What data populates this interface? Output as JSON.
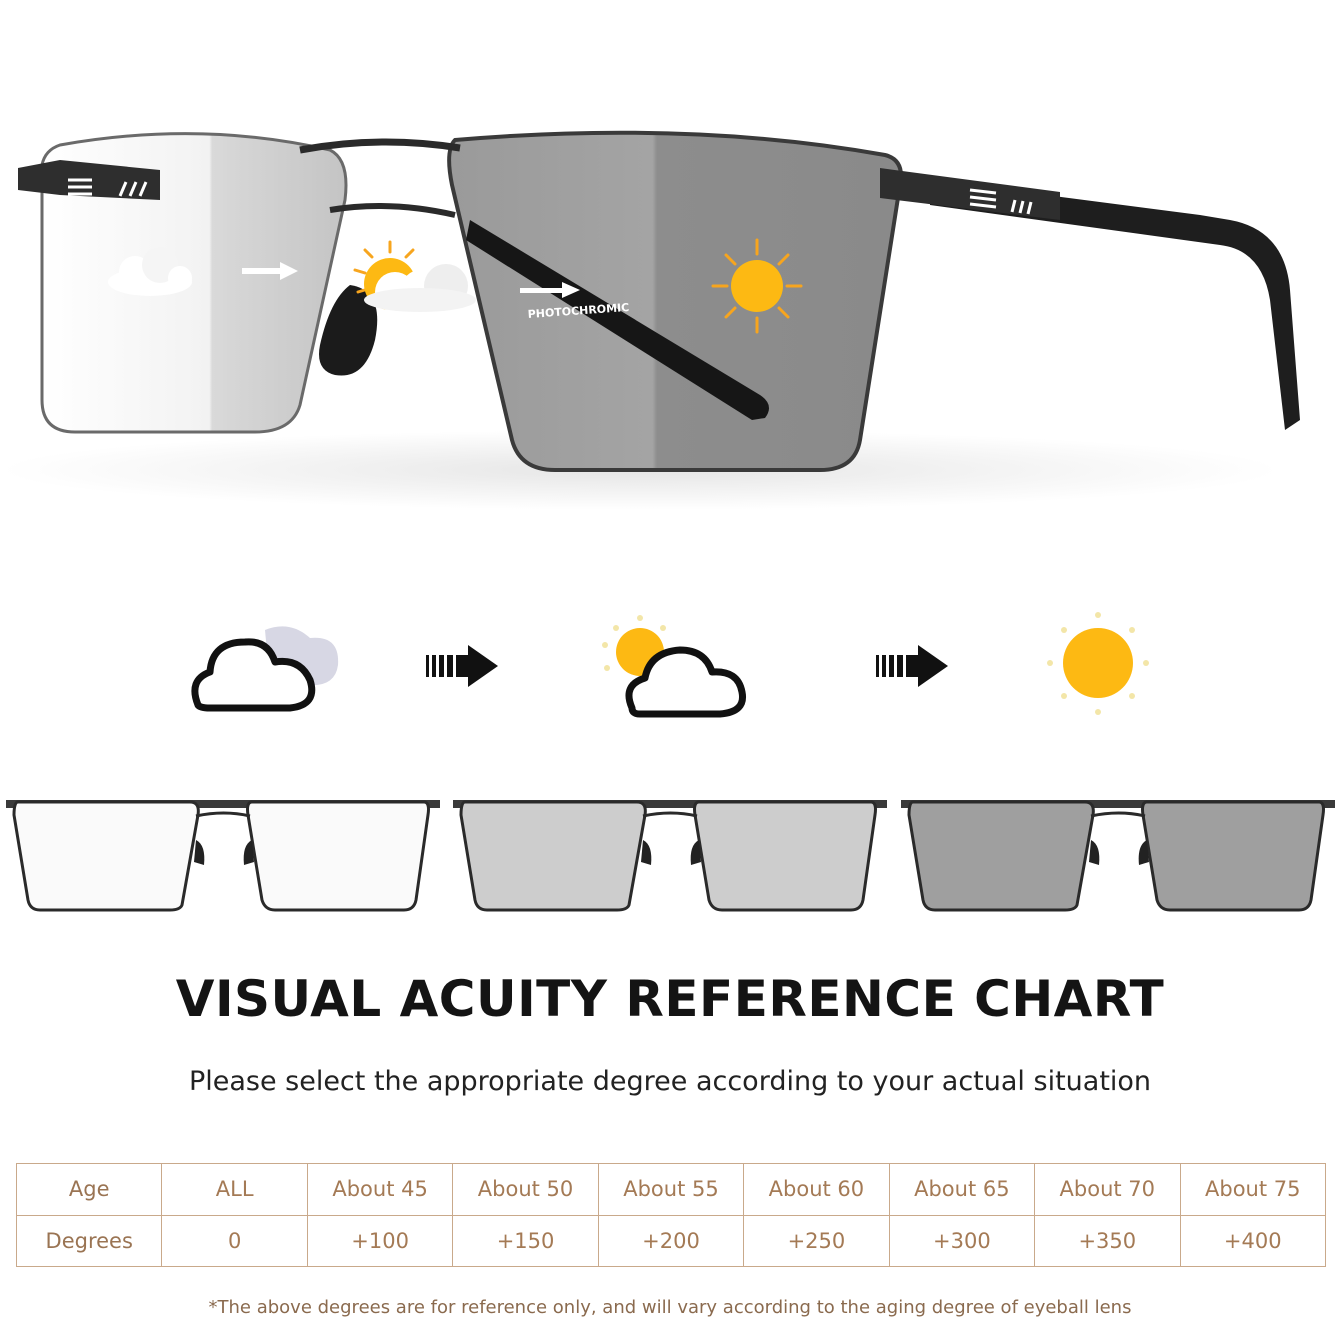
{
  "hero": {
    "lens_label": "PHOTOCHROMIC",
    "colors": {
      "frame": "#2a2a2a",
      "sun": "#f7a51e",
      "sun_center": "#fdb913"
    }
  },
  "weather_sequence": {
    "steps": [
      "cloudy-icon",
      "partly-sunny-icon",
      "sunny-icon"
    ],
    "arrow": "arrow-right-icon"
  },
  "tint_levels": [
    {
      "name": "clear-lens",
      "shade": 0.0
    },
    {
      "name": "light-tint-lens",
      "shade": 0.35
    },
    {
      "name": "dark-tint-lens",
      "shade": 0.7
    }
  ],
  "title": "VISUAL ACUITY REFERENCE CHART",
  "subtitle": "Please select the appropriate degree according to your actual situation",
  "table": {
    "row_labels": [
      "Age",
      "Degrees"
    ],
    "ages": [
      "ALL",
      "About 45",
      "About 50",
      "About 55",
      "About 60",
      "About 65",
      "About 70",
      "About 75"
    ],
    "degrees": [
      "0",
      "+100",
      "+150",
      "+200",
      "+250",
      "+300",
      "+350",
      "+400"
    ]
  },
  "footnote": "*The above degrees are for reference only, and will vary according to the aging degree of eyeball lens",
  "colors": {
    "table_border": "#c9a98b",
    "table_text": "#a47a55"
  }
}
